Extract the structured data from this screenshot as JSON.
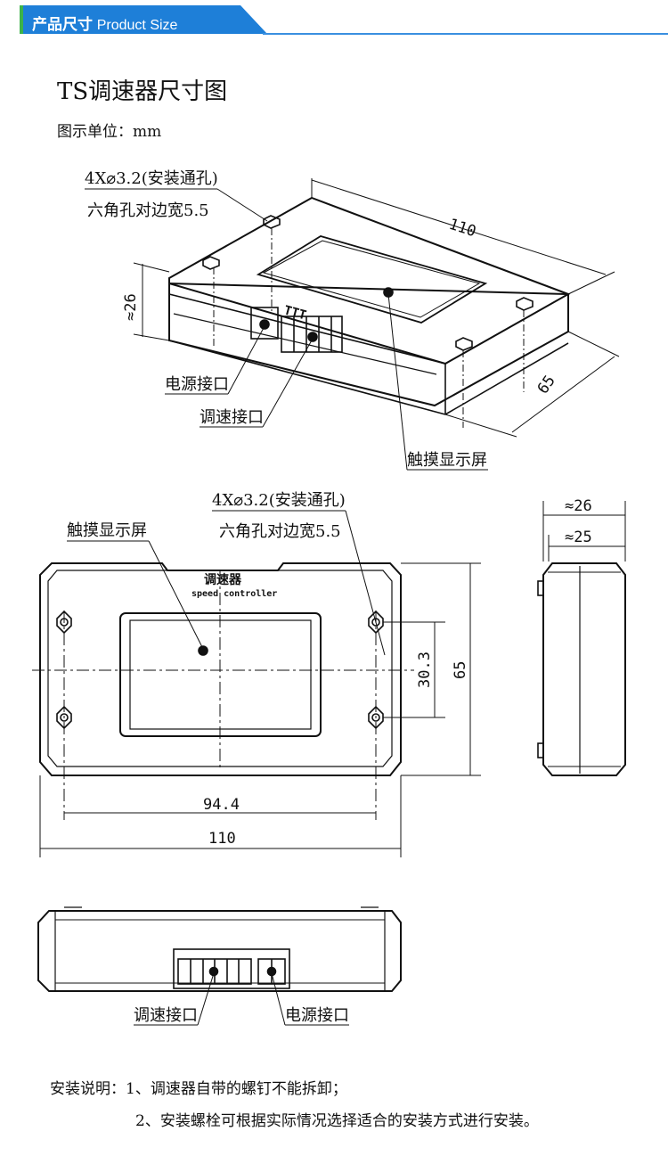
{
  "header": {
    "title_cn": "产品尺寸",
    "title_en": "Product Size",
    "accent_color": "#1e7fd8",
    "line_color": "#3a8fe0",
    "green_color": "#3cb34a"
  },
  "page": {
    "title": "TS调速器尺寸图",
    "unit": "图示单位：mm"
  },
  "iso_view": {
    "hole_spec_line1": "4X⌀3.2(安装通孔)",
    "hole_spec_line2": "六角孔对边宽5.5",
    "dim_length": "110",
    "dim_width": "65",
    "dim_height": "≈26",
    "power_port": "电源接口",
    "speed_port": "调速接口",
    "touch_screen": "触摸显示屏",
    "front_logo": "TTT"
  },
  "front_view": {
    "touch_screen": "触摸显示屏",
    "hole_spec_line1": "4X⌀3.2(安装通孔)",
    "hole_spec_line2": "六角孔对边宽5.5",
    "logo_cn": "调速器",
    "logo_en": "speed controller",
    "dim_hole_spacing_x": "94.4",
    "dim_length": "110",
    "dim_hole_spacing_y": "30.3",
    "dim_height": "65"
  },
  "side_view": {
    "dim_depth_total": "≈26",
    "dim_depth_body": "≈25"
  },
  "bottom_view": {
    "speed_port": "调速接口",
    "power_port": "电源接口"
  },
  "notes": {
    "line1": "安装说明：1、调速器自带的螺钉不能拆卸；",
    "line2": "2、安装螺栓可根据实际情况选择适合的安装方式进行安装。"
  }
}
